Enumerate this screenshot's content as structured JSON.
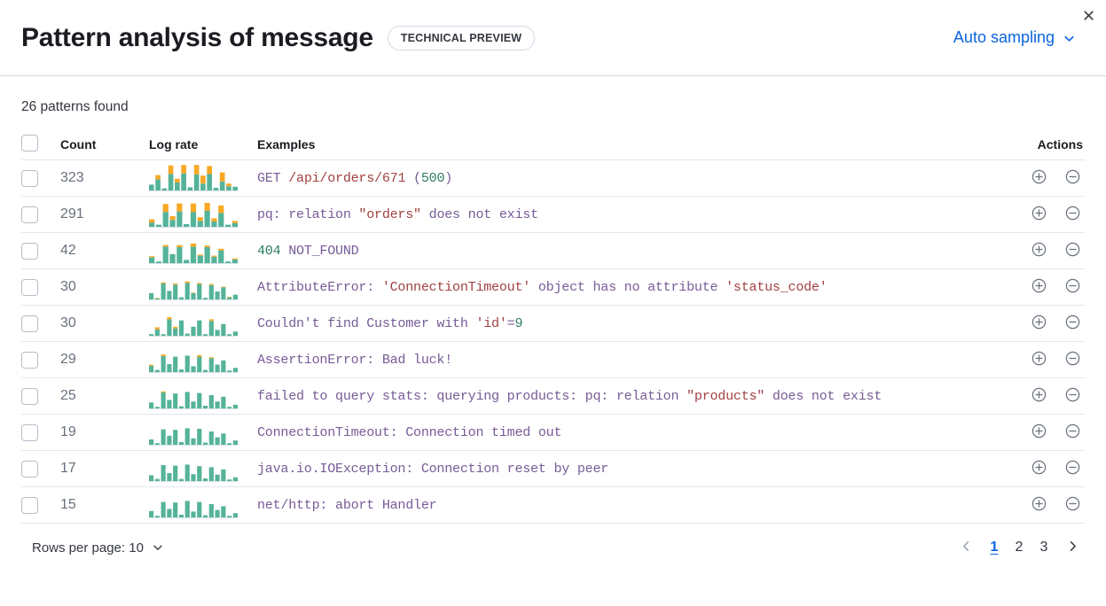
{
  "header": {
    "title": "Pattern analysis of message",
    "badge": "TECHNICAL PREVIEW",
    "sampling_label": "Auto sampling",
    "close_icon": "close-icon",
    "chevron_icon": "chevron-down-icon"
  },
  "summary": {
    "patterns_found": "26 patterns found"
  },
  "table": {
    "columns": {
      "select": "",
      "count": "Count",
      "log_rate": "Log rate",
      "examples": "Examples",
      "actions": "Actions"
    },
    "action_icons": {
      "filter_for": "plus-in-circle-icon",
      "filter_out": "minus-in-circle-icon"
    },
    "rows": [
      {
        "count": "323",
        "example": "GET /api/orders/671 (500)",
        "tokens": [
          {
            "t": "GET ",
            "c": "kw"
          },
          {
            "t": "/api/orders/671",
            "c": "str"
          },
          {
            "t": " (",
            "c": "kw"
          },
          {
            "t": "500",
            "c": "num"
          },
          {
            "t": ")",
            "c": "kw"
          }
        ],
        "spark": [
          {
            "teal": 22,
            "orange": 0
          },
          {
            "teal": 42,
            "orange": 16
          },
          {
            "teal": 8,
            "orange": 0
          },
          {
            "teal": 62,
            "orange": 32
          },
          {
            "teal": 30,
            "orange": 14
          },
          {
            "teal": 64,
            "orange": 32
          },
          {
            "teal": 12,
            "orange": 0
          },
          {
            "teal": 60,
            "orange": 36
          },
          {
            "teal": 26,
            "orange": 30
          },
          {
            "teal": 62,
            "orange": 30
          },
          {
            "teal": 10,
            "orange": 0
          },
          {
            "teal": 34,
            "orange": 34
          },
          {
            "teal": 16,
            "orange": 10
          },
          {
            "teal": 14,
            "orange": 0
          }
        ]
      },
      {
        "count": "291",
        "example": "pq: relation \"orders\" does not exist",
        "tokens": [
          {
            "t": "pq: relation ",
            "c": "kw"
          },
          {
            "t": "\"orders\"",
            "c": "str"
          },
          {
            "t": " does not exist",
            "c": "kw"
          }
        ],
        "spark": [
          {
            "teal": 16,
            "orange": 12
          },
          {
            "teal": 8,
            "orange": 0
          },
          {
            "teal": 56,
            "orange": 30
          },
          {
            "teal": 26,
            "orange": 14
          },
          {
            "teal": 58,
            "orange": 30
          },
          {
            "teal": 10,
            "orange": 0
          },
          {
            "teal": 56,
            "orange": 32
          },
          {
            "teal": 22,
            "orange": 14
          },
          {
            "teal": 60,
            "orange": 30
          },
          {
            "teal": 20,
            "orange": 12
          },
          {
            "teal": 52,
            "orange": 28
          },
          {
            "teal": 8,
            "orange": 0
          },
          {
            "teal": 14,
            "orange": 8
          }
        ]
      },
      {
        "count": "42",
        "example": "404 NOT_FOUND",
        "tokens": [
          {
            "t": "404",
            "c": "num"
          },
          {
            "t": " NOT_FOUND",
            "c": "kw"
          }
        ],
        "spark": [
          {
            "teal": 22,
            "orange": 4
          },
          {
            "teal": 6,
            "orange": 0
          },
          {
            "teal": 62,
            "orange": 6
          },
          {
            "teal": 34,
            "orange": 0
          },
          {
            "teal": 60,
            "orange": 8
          },
          {
            "teal": 12,
            "orange": 0
          },
          {
            "teal": 62,
            "orange": 12
          },
          {
            "teal": 28,
            "orange": 4
          },
          {
            "teal": 60,
            "orange": 6
          },
          {
            "teal": 24,
            "orange": 4
          },
          {
            "teal": 48,
            "orange": 6
          },
          {
            "teal": 6,
            "orange": 0
          },
          {
            "teal": 14,
            "orange": 4
          }
        ]
      },
      {
        "count": "30",
        "example": "AttributeError: 'ConnectionTimeout' object has no attribute 'status_code'",
        "tokens": [
          {
            "t": "AttributeError: ",
            "c": "kw"
          },
          {
            "t": "'ConnectionTimeout'",
            "c": "str"
          },
          {
            "t": " object has no attribute ",
            "c": "kw"
          },
          {
            "t": "'status_code'",
            "c": "str"
          }
        ],
        "spark": [
          {
            "teal": 24,
            "orange": 0
          },
          {
            "teal": 4,
            "orange": 2
          },
          {
            "teal": 60,
            "orange": 4
          },
          {
            "teal": 32,
            "orange": 0
          },
          {
            "teal": 56,
            "orange": 4
          },
          {
            "teal": 8,
            "orange": 0
          },
          {
            "teal": 62,
            "orange": 6
          },
          {
            "teal": 24,
            "orange": 2
          },
          {
            "teal": 58,
            "orange": 4
          },
          {
            "teal": 6,
            "orange": 0
          },
          {
            "teal": 54,
            "orange": 4
          },
          {
            "teal": 30,
            "orange": 0
          },
          {
            "teal": 46,
            "orange": 2
          },
          {
            "teal": 8,
            "orange": 2
          },
          {
            "teal": 18,
            "orange": 0
          }
        ]
      },
      {
        "count": "30",
        "example": "Couldn't find Customer with 'id'=9",
        "tokens": [
          {
            "t": "Couldn't find Customer with ",
            "c": "kw"
          },
          {
            "t": "'id'",
            "c": "str"
          },
          {
            "t": "=",
            "c": "kw"
          },
          {
            "t": "9",
            "c": "num"
          }
        ],
        "spark": [
          {
            "teal": 6,
            "orange": 0
          },
          {
            "teal": 24,
            "orange": 8
          },
          {
            "teal": 6,
            "orange": 0
          },
          {
            "teal": 62,
            "orange": 8
          },
          {
            "teal": 28,
            "orange": 6
          },
          {
            "teal": 58,
            "orange": 0
          },
          {
            "teal": 8,
            "orange": 0
          },
          {
            "teal": 34,
            "orange": 0
          },
          {
            "teal": 58,
            "orange": 0
          },
          {
            "teal": 6,
            "orange": 0
          },
          {
            "teal": 56,
            "orange": 6
          },
          {
            "teal": 22,
            "orange": 0
          },
          {
            "teal": 44,
            "orange": 0
          },
          {
            "teal": 6,
            "orange": 0
          },
          {
            "teal": 16,
            "orange": 0
          }
        ]
      },
      {
        "count": "29",
        "example": "AssertionError: Bad luck!",
        "tokens": [
          {
            "t": "AssertionError: Bad luck!",
            "c": "kw"
          }
        ],
        "spark": [
          {
            "teal": 24,
            "orange": 4
          },
          {
            "teal": 8,
            "orange": 0
          },
          {
            "teal": 60,
            "orange": 6
          },
          {
            "teal": 30,
            "orange": 0
          },
          {
            "teal": 58,
            "orange": 0
          },
          {
            "teal": 10,
            "orange": 0
          },
          {
            "teal": 62,
            "orange": 0
          },
          {
            "teal": 22,
            "orange": 0
          },
          {
            "teal": 58,
            "orange": 6
          },
          {
            "teal": 8,
            "orange": 0
          },
          {
            "teal": 52,
            "orange": 4
          },
          {
            "teal": 28,
            "orange": 0
          },
          {
            "teal": 44,
            "orange": 0
          },
          {
            "teal": 6,
            "orange": 0
          },
          {
            "teal": 16,
            "orange": 0
          }
        ]
      },
      {
        "count": "25",
        "example": "failed to query stats: querying products: pq: relation \"products\" does not exist",
        "tokens": [
          {
            "t": "failed to query stats: querying products: pq: relation ",
            "c": "kw"
          },
          {
            "t": "\"products\"",
            "c": "str"
          },
          {
            "t": " does not exist",
            "c": "kw"
          }
        ],
        "spark": [
          {
            "teal": 22,
            "orange": 0
          },
          {
            "teal": 6,
            "orange": 0
          },
          {
            "teal": 60,
            "orange": 4
          },
          {
            "teal": 32,
            "orange": 0
          },
          {
            "teal": 56,
            "orange": 0
          },
          {
            "teal": 8,
            "orange": 0
          },
          {
            "teal": 62,
            "orange": 0
          },
          {
            "teal": 26,
            "orange": 0
          },
          {
            "teal": 58,
            "orange": 0
          },
          {
            "teal": 10,
            "orange": 0
          },
          {
            "teal": 50,
            "orange": 0
          },
          {
            "teal": 26,
            "orange": 0
          },
          {
            "teal": 44,
            "orange": 0
          },
          {
            "teal": 6,
            "orange": 0
          },
          {
            "teal": 14,
            "orange": 0
          }
        ]
      },
      {
        "count": "19",
        "example": "ConnectionTimeout: Connection timed out",
        "tokens": [
          {
            "t": "ConnectionTimeout: Connection timed out",
            "c": "kw"
          }
        ],
        "spark": [
          {
            "teal": 20,
            "orange": 0
          },
          {
            "teal": 6,
            "orange": 0
          },
          {
            "teal": 58,
            "orange": 0
          },
          {
            "teal": 34,
            "orange": 0
          },
          {
            "teal": 56,
            "orange": 0
          },
          {
            "teal": 10,
            "orange": 0
          },
          {
            "teal": 62,
            "orange": 0
          },
          {
            "teal": 24,
            "orange": 0
          },
          {
            "teal": 60,
            "orange": 0
          },
          {
            "teal": 8,
            "orange": 0
          },
          {
            "teal": 50,
            "orange": 0
          },
          {
            "teal": 28,
            "orange": 0
          },
          {
            "teal": 42,
            "orange": 0
          },
          {
            "teal": 6,
            "orange": 0
          },
          {
            "teal": 16,
            "orange": 0
          }
        ]
      },
      {
        "count": "17",
        "example": "java.io.IOException: Connection reset by peer",
        "tokens": [
          {
            "t": "java.io.IOException: Connection reset by peer",
            "c": "kw"
          }
        ],
        "spark": [
          {
            "teal": 22,
            "orange": 0
          },
          {
            "teal": 8,
            "orange": 0
          },
          {
            "teal": 60,
            "orange": 0
          },
          {
            "teal": 30,
            "orange": 0
          },
          {
            "teal": 58,
            "orange": 0
          },
          {
            "teal": 8,
            "orange": 0
          },
          {
            "teal": 62,
            "orange": 0
          },
          {
            "teal": 26,
            "orange": 0
          },
          {
            "teal": 56,
            "orange": 0
          },
          {
            "teal": 10,
            "orange": 0
          },
          {
            "teal": 52,
            "orange": 0
          },
          {
            "teal": 24,
            "orange": 0
          },
          {
            "teal": 44,
            "orange": 0
          },
          {
            "teal": 6,
            "orange": 0
          },
          {
            "teal": 14,
            "orange": 0
          }
        ]
      },
      {
        "count": "15",
        "example": "net/http: abort Handler",
        "tokens": [
          {
            "t": "net/http: abort Handler",
            "c": "kw"
          }
        ],
        "spark": [
          {
            "teal": 24,
            "orange": 0
          },
          {
            "teal": 6,
            "orange": 0
          },
          {
            "teal": 58,
            "orange": 0
          },
          {
            "teal": 32,
            "orange": 0
          },
          {
            "teal": 56,
            "orange": 0
          },
          {
            "teal": 10,
            "orange": 0
          },
          {
            "teal": 62,
            "orange": 0
          },
          {
            "teal": 22,
            "orange": 0
          },
          {
            "teal": 58,
            "orange": 0
          },
          {
            "teal": 8,
            "orange": 0
          },
          {
            "teal": 50,
            "orange": 0
          },
          {
            "teal": 28,
            "orange": 0
          },
          {
            "teal": 42,
            "orange": 0
          },
          {
            "teal": 6,
            "orange": 0
          },
          {
            "teal": 16,
            "orange": 0
          }
        ]
      }
    ]
  },
  "footer": {
    "rows_per_page": "Rows per page: 10",
    "pages": [
      "1",
      "2",
      "3"
    ],
    "active_page": "1",
    "prev_icon": "chevron-left-icon",
    "next_icon": "chevron-right-icon"
  },
  "colors": {
    "accent": "#0b64dd",
    "spark_teal": "#54b399",
    "spark_orange": "#f9a825",
    "token_keyword": "#765b96",
    "token_string": "#a14040",
    "token_number": "#2a7b5e"
  }
}
